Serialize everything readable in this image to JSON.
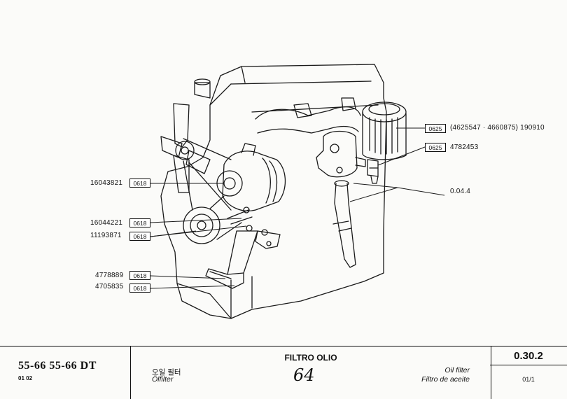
{
  "callouts": [
    {
      "part": "16043821",
      "ref": "0618"
    },
    {
      "part": "16044221",
      "ref": "0618"
    },
    {
      "part": "11193871",
      "ref": "0618"
    },
    {
      "part": "4778889",
      "ref": "0618"
    },
    {
      "part": "4705835",
      "ref": "0618"
    }
  ],
  "right_callouts": {
    "filter_ref": "0625",
    "filter_parts": "(4625547 · 4660875) 190910",
    "adapter_ref": "0625",
    "adapter_part": "4782453",
    "subgroup": "0.04.4"
  },
  "footer": {
    "model": "55-66  55-66 DT",
    "model_code": "01  02",
    "title": "FILTRO OLIO",
    "korean": "오일 필터",
    "german": "Ölfilter",
    "english": "Oil filter",
    "spanish": "Filtro de aceite",
    "handwritten": "64",
    "section": "0.30.2",
    "page": "01/1"
  }
}
